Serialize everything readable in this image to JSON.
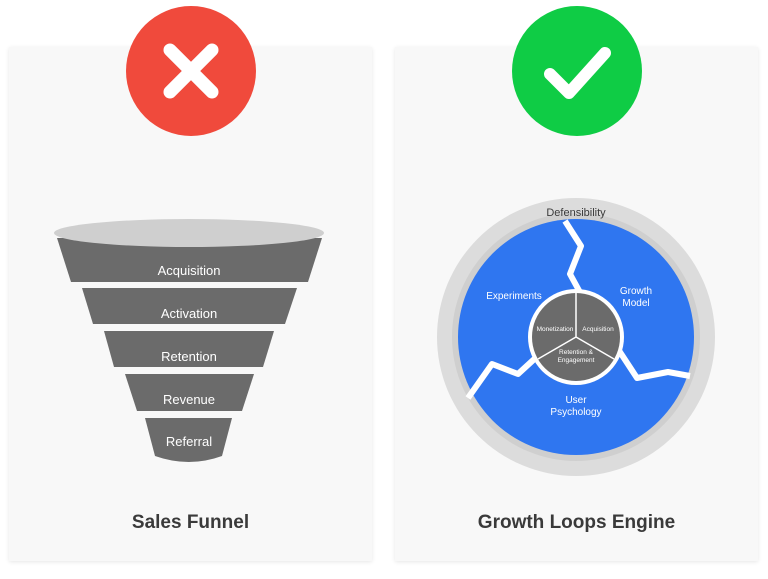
{
  "left_panel": {
    "status_icon": "x-icon",
    "status_color": "#f04a3c",
    "caption": "Sales Funnel",
    "funnel_stages": [
      "Acquisition",
      "Activation",
      "Retention",
      "Revenue",
      "Referral"
    ]
  },
  "right_panel": {
    "status_icon": "check-icon",
    "status_color": "#0fcc45",
    "caption": "Growth Loops Engine",
    "outer_ring_label": "Defensibility",
    "segments": {
      "experiments": "Experiments",
      "growth_model": [
        "Growth",
        "Model"
      ],
      "user_psychology": [
        "User",
        "Psychology"
      ]
    },
    "core": {
      "monetization": "Monetization",
      "acquisition": "Acquisition",
      "retention": [
        "Retention &",
        "Engagement"
      ]
    }
  },
  "colors": {
    "funnel_band": "#6b6b6b",
    "funnel_top": "#cfcfcf",
    "loop_blue": "#2f76f0",
    "ring_gray": "#d9d9d9",
    "core_gray": "#6b6b6b"
  }
}
